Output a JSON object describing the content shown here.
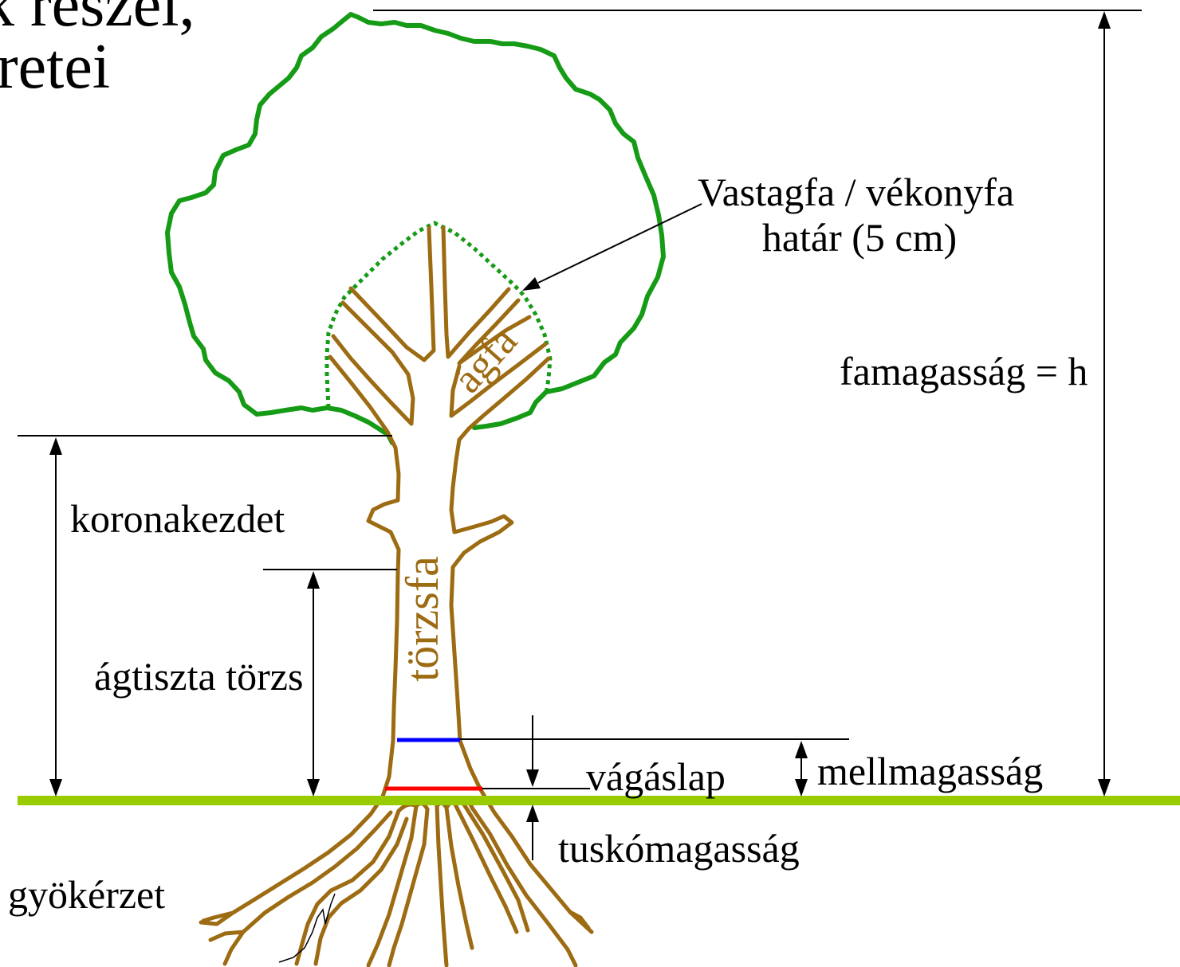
{
  "title": {
    "line1": "k részei,",
    "line2": "retei"
  },
  "labels": {
    "boundary_line1": "Vastagfa / vékonyfa",
    "boundary_line2": "határ (5 cm)",
    "tree_height": "famagasság = h",
    "crown_base": "koronakezdet",
    "clear_bole": "ágtiszta törzs",
    "cut_surface": "vágáslap",
    "breast_height": "mellmagasság",
    "stump_height": "tuskómagasság",
    "root_system": "gyökérzet",
    "stem_wood": "törzsfa",
    "branch_wood": "ágfa"
  },
  "colors": {
    "crown": "#169b16",
    "wood": "#9c6b12",
    "ground": "#99cc00",
    "breast_height_line": "#0000ff",
    "cut_surface_line": "#ff0000"
  }
}
